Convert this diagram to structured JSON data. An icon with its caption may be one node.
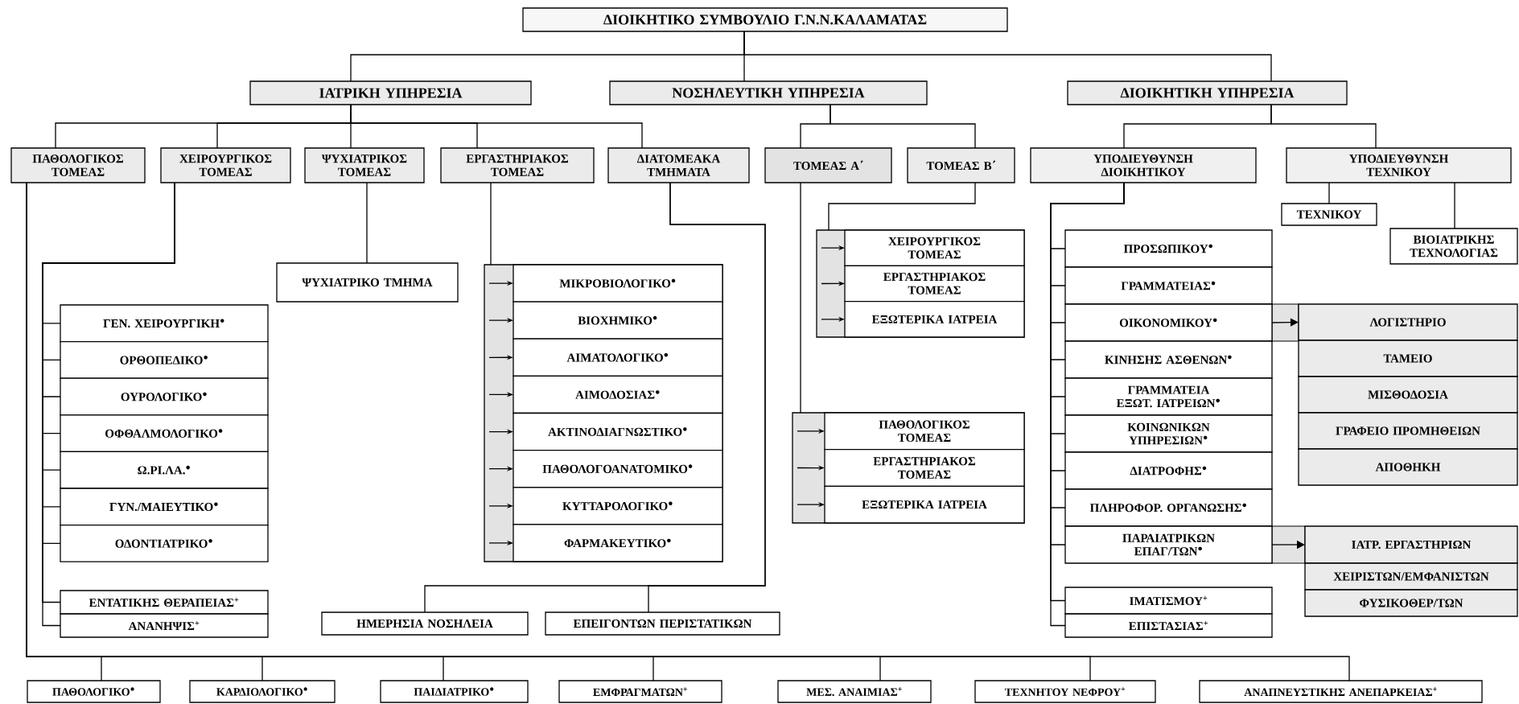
{
  "diagram": {
    "nodes": [
      {
        "text": [
          "ΔΙΟΙΚΗΤΙΚΟ ΣΥΜΒΟΥΛΙΟ Γ.Ν.Ν.ΚΑΛΑΜΑΤΑΣ"
        ]
      },
      {
        "text": [
          "ΙΑΤΡΙΚΗ ΥΠΗΡΕΣΙΑ"
        ]
      },
      {
        "text": [
          "ΝΟΣΗΛΕΥΤΙΚΗ ΥΠΗΡΕΣΙΑ"
        ]
      },
      {
        "text": [
          "ΔΙΟΙΚΗΤΙΚΗ ΥΠΗΡΕΣΙΑ"
        ]
      },
      {
        "text": [
          "ΠΑΘΟΛΟΓΙΚΟΣ ΤΟΜΕΑΣ"
        ]
      },
      {
        "text": [
          "ΧΕΙΡΟΥΡΓΙΚΟΣ ΤΟΜΕΑΣ"
        ]
      },
      {
        "text": [
          "ΨΥΧΙΑΤΡΙΚΟΣ ΤΟΜΕΑΣ"
        ]
      },
      {
        "text": [
          "ΕΡΓΑΣΤΗΡΙΑΚΟΣ ΤΟΜΕΑΣ"
        ]
      },
      {
        "text": [
          "ΔΙΑΤΟΜΕΑΚΑ ΤΜΗΜΑΤΑ"
        ]
      },
      {
        "text": [
          "ΤΟΜΕΑΣ Α΄"
        ]
      },
      {
        "text": [
          "ΤΟΜΕΑΣ Β΄"
        ]
      },
      {
        "text": [
          "ΥΠΟΔΙΕΥΘΥΝΣΗ ΔΙΟΙΚΗΤΙΚΟΥ"
        ]
      },
      {
        "text": [
          "ΥΠΟΔΙΕΥΘΥΝΣΗ ΤΕΧΝΙΚΟΥ"
        ]
      },
      {
        "text": [
          "ΤΕΧΝΙΚΟΥ"
        ]
      },
      {
        "text": [
          "ΒΙΟΙΑΤΡΙΚΗΣ ΤΕΧΝΟΛΟΓΙΑΣ"
        ]
      },
      {
        "text": [
          "ΓΕΝ. ΧΕΙΡΟΥΡΓΙΚΗ$^{●}$"
        ]
      },
      {
        "text": [
          "ΟΡΘΟΠΕΔΙΚΟ$^{●}$"
        ]
      },
      {
        "text": [
          "ΟΥΡΟΛΟΓΙΚΟ$^{●}$"
        ]
      },
      {
        "text": [
          "ΟΦΘΑΛΜΟΛΟΓΙΚΟ$^{●}$"
        ]
      },
      {
        "text": [
          "Ω.ΡΙ.ΛΑ.$^{●}$"
        ]
      },
      {
        "text": [
          "ΓΥΝ./ΜΑΙΕΥΤΙΚΟ$^{●}$"
        ]
      },
      {
        "text": [
          "ΟΔΟΝΤΙΑΤΡΙΚΟ$^{●}$"
        ]
      },
      {
        "text": [
          "ΕΝΤΑΤΙΚΗΣ ΘΕΡΑΠΕΙΑΣ$^{+}$"
        ]
      },
      {
        "text": [
          "ΑΝΑΝΗΨΙΣ$^{+}$"
        ]
      },
      {
        "text": [
          "ΨΥΧΙΑΤΡΙΚΟ ΤΜΗΜΑ"
        ]
      },
      {
        "text": [],
        "shape": "box"
      },
      {
        "text": [
          "ΜΙΚΡΟΒΙΟΛΟΓΙΚΟ$^{●}$"
        ],
        "in": 25
      },
      {
        "text": [
          "ΒΙΟΧΗΜΙΚΟ$^{●}$"
        ],
        "in": 25
      },
      {
        "text": [
          "ΑΙΜΑΤΟΛΟΓΙΚΟ$^{●}$"
        ],
        "in": 25
      },
      {
        "text": [
          "ΑΙΜΟΔΟΣΙΑΣ$^{●}$"
        ],
        "in": 25
      },
      {
        "text": [
          "ΑΚΤΙΝΟΔΙΑΓΝΩΣΤΙΚΟ$^{●}$"
        ],
        "in": 25
      },
      {
        "text": [
          "ΠΑΘΟΛΟΓΟΑΝΑΤΟΜΙΚΟ$^{●}$"
        ],
        "in": 25
      },
      {
        "text": [
          "ΚΥΤΤΑΡΟΛΟΓΙΚΟ$^{●}$"
        ],
        "in": 25
      },
      {
        "text": [
          "ΦΑΡΜΑΚΕΥΤΙΚΟ$^{●}$"
        ],
        "in": 25
      },
      {
        "text": [],
        "shape": "box"
      },
      {
        "text": [
          "ΧΕΙΡΟΥΡΓΙΚΟΣ ΤΟΜΕΑΣ"
        ],
        "in": 34
      },
      {
        "text": [
          "ΕΡΓΑΣΤΗΡΙΑΚΟΣ ΤΟΜΕΑΣ"
        ],
        "in": 34
      },
      {
        "text": [
          "ΕΞΩΤΕΡΙΚΑ ΙΑΤΡΕΙΑ"
        ],
        "in": 34
      },
      {
        "text": [],
        "shape": "box"
      },
      {
        "text": [
          "ΠΑΘΟΛΟΓΙΚΟΣ ΤΟΜΕΑΣ"
        ],
        "in": 38
      },
      {
        "text": [
          "ΕΡΓΑΣΤΗΡΙΑΚΟΣ ΤΟΜΕΑΣ"
        ],
        "in": 38
      },
      {
        "text": [
          "ΕΞΩΤΕΡΙΚΑ ΙΑΤΡΕΙΑ"
        ],
        "in": 38
      },
      {
        "text": [
          "ΗΜΕΡΗΣΙΑ ΝΟΣΗΛΕΙΑ"
        ]
      },
      {
        "text": [
          "ΕΠΕΙΓΟΝΤΩΝ ΠΕΡΙΣΤΑΤΙΚΩΝ"
        ]
      },
      {
        "text": [
          "ΠΡΟΣΩΠΙΚΟΥ$^{●}$"
        ]
      },
      {
        "text": [
          "ΓΡΑΜΜΑΤΕΙΑΣ$^{●}$"
        ]
      },
      {
        "text": [
          "ΟΙΚΟΝΟΜΙΚΟΥ$^{●}$"
        ]
      },
      {
        "text": [
          "ΚΙΝΗΣΗΣ ΑΣΘΕΝΩΝ$^{●}$"
        ]
      },
      {
        "text": [
          "ΓΡΑΜΜΑΤΕΙΑ ΕΞΩΤ. ΙΑΤΡΕΙΩΝ$^{●}$"
        ]
      },
      {
        "text": [
          "ΚΟΙΝΩΝΙΚΩΝ ΥΠΗΡΕΣΙΩΝ$^{●}$"
        ]
      },
      {
        "text": [
          "ΔΙΑΤΡΟΦΗΣ$^{●}$"
        ]
      },
      {
        "text": [
          "ΠΛΗΡΟΦΟΡ. ΟΡΓΑΝΩΣΗΣ$^{●}$"
        ]
      },
      {
        "text": [
          "ΠΑΡΑΙΑΤΡΙΚΩΝ ΕΠΑΓ/ΤΩΝ$^{●}$"
        ]
      },
      {
        "text": [
          "ΙΜΑΤΙΣΜΟΥ$^{+}$"
        ]
      },
      {
        "text": [
          "ΕΠΙΣΤΑΣΙΑΣ$^{+}$"
        ]
      },
      {
        "text": [
          "ΛΟΓΙΣΤΗΡΙΟ"
        ]
      },
      {
        "text": [
          "ΤΑΜΕΙΟ"
        ]
      },
      {
        "text": [
          "ΜΙΣΘΟΔΟΣΙΑ"
        ]
      },
      {
        "text": [
          "ΓΡΑΦΕΙΟ ΠΡΟΜΗΘΕΙΩΝ"
        ]
      },
      {
        "text": [
          "ΑΠΟΘΗΚΗ"
        ]
      },
      {
        "text": [
          "ΙΑΤΡ. ΕΡΓΑΣΤΗΡΙΩΝ"
        ]
      },
      {
        "text": [
          "ΧΕΙΡΙΣΤΩΝ/ΕΜΦΑΝΙΣΤΩΝ"
        ]
      },
      {
        "text": [
          "ΦΥΣΙΚΟΘΕΡ/ΤΩΝ"
        ]
      },
      {
        "text": [
          "ΠΑΘΟΛΟΓΙΚΟ$^{●}$"
        ]
      },
      {
        "text": [
          "ΚΑΡΔΙΟΛΟΓΙΚΟ$^{●}$"
        ]
      },
      {
        "text": [
          "ΠΑΙΔΙΑΤΡΙΚΟ$^{●}$"
        ]
      },
      {
        "text": [
          "ΕΜΦΡΑΓΜΑΤΩΝ$^{+}$"
        ]
      },
      {
        "text": [
          "ΜΕΣ. ΑΝΑΙΜΙΑΣ$^{+}$"
        ]
      },
      {
        "text": [
          "ΤΕΧΝΗΤΟΥ ΝΕΦΡΟΥ$^{+}$"
        ]
      },
      {
        "text": [
          "ΑΝΑΠΝΕΥΣΤΙΚΗΣ ΑΝΕΠΑΡΚΕΙΑΣ$^{+}$"
        ]
      }
    ],
    "edges": [
      {
        "from": 0,
        "to": 1,
        "arrow": "none"
      },
      {
        "from": 0,
        "to": 2,
        "arrow": "none"
      },
      {
        "from": 0,
        "to": 3,
        "arrow": "none"
      },
      {
        "from": 1,
        "to": 4,
        "arrow": "none"
      },
      {
        "from": 1,
        "to": 5,
        "arrow": "none"
      },
      {
        "from": 1,
        "to": 6,
        "arrow": "none"
      },
      {
        "from": 1,
        "to": 7,
        "arrow": "none"
      },
      {
        "from": 1,
        "to": 8,
        "arrow": "none"
      },
      {
        "from": 2,
        "to": 9,
        "arrow": "none"
      },
      {
        "from": 2,
        "to": 10,
        "arrow": "none"
      },
      {
        "from": 3,
        "to": 11,
        "arrow": "none"
      },
      {
        "from": 3,
        "to": 12,
        "arrow": "none"
      },
      {
        "from": 12,
        "to": 13,
        "arrow": "none"
      },
      {
        "from": 12,
        "to": 14,
        "arrow": "none"
      },
      {
        "from": 4,
        "to": 63,
        "arrow": "none"
      },
      {
        "from": 4,
        "to": 64,
        "arrow": "none"
      },
      {
        "from": 4,
        "to": 65,
        "arrow": "none"
      },
      {
        "from": 4,
        "to": 66,
        "arrow": "none"
      },
      {
        "from": 4,
        "to": 67,
        "arrow": "none"
      },
      {
        "from": 4,
        "to": 68,
        "arrow": "none"
      },
      {
        "from": 4,
        "to": 69,
        "arrow": "none"
      },
      {
        "from": 5,
        "to": 15,
        "arrow": "none"
      },
      {
        "from": 5,
        "to": 16,
        "arrow": "none"
      },
      {
        "from": 5,
        "to": 17,
        "arrow": "none"
      },
      {
        "from": 5,
        "to": 18,
        "arrow": "none"
      },
      {
        "from": 5,
        "to": 19,
        "arrow": "none"
      },
      {
        "from": 5,
        "to": 20,
        "arrow": "none"
      },
      {
        "from": 5,
        "to": 21,
        "arrow": "none"
      },
      {
        "from": 5,
        "to": 22,
        "arrow": "none"
      },
      {
        "from": 5,
        "to": 23,
        "arrow": "none"
      },
      {
        "from": 6,
        "to": 24,
        "arrow": "none"
      },
      {
        "from": 7,
        "to": 25,
        "arrow": "none"
      },
      {
        "from": 8,
        "to": 42,
        "arrow": "none"
      },
      {
        "from": 8,
        "to": 43,
        "arrow": "none"
      },
      {
        "from": 9,
        "to": 38,
        "arrow": "none"
      },
      {
        "from": 10,
        "to": 34,
        "arrow": "none"
      },
      {
        "from": 11,
        "to": 44,
        "arrow": "none"
      },
      {
        "from": 11,
        "to": 45,
        "arrow": "none"
      },
      {
        "from": 11,
        "to": 46,
        "arrow": "none"
      },
      {
        "from": 11,
        "to": 47,
        "arrow": "none"
      },
      {
        "from": 11,
        "to": 48,
        "arrow": "none"
      },
      {
        "from": 11,
        "to": 49,
        "arrow": "none"
      },
      {
        "from": 11,
        "to": 50,
        "arrow": "none"
      },
      {
        "from": 11,
        "to": 51,
        "arrow": "none"
      },
      {
        "from": 11,
        "to": 52,
        "arrow": "none"
      },
      {
        "from": 11,
        "to": 53,
        "arrow": "none"
      },
      {
        "from": 11,
        "to": 54,
        "arrow": "none"
      },
      {
        "from": 46,
        "to": 55,
        "arrow": "to"
      },
      {
        "from": 52,
        "to": 60,
        "arrow": "to"
      },
      {
        "from": null,
        "to": 26,
        "arrow": "to"
      },
      {
        "from": null,
        "to": 27,
        "arrow": "to"
      },
      {
        "from": null,
        "to": 28,
        "arrow": "to"
      },
      {
        "from": null,
        "to": 29,
        "arrow": "to"
      },
      {
        "from": null,
        "to": 30,
        "arrow": "to"
      },
      {
        "from": null,
        "to": 31,
        "arrow": "to"
      },
      {
        "from": null,
        "to": 32,
        "arrow": "to"
      },
      {
        "from": null,
        "to": 33,
        "arrow": "to"
      },
      {
        "from": null,
        "to": 35,
        "arrow": "to"
      },
      {
        "from": null,
        "to": 36,
        "arrow": "to"
      },
      {
        "from": null,
        "to": 37,
        "arrow": "to"
      },
      {
        "from": null,
        "to": 39,
        "arrow": "to"
      },
      {
        "from": null,
        "to": 40,
        "arrow": "to"
      },
      {
        "from": null,
        "to": 41,
        "arrow": "to"
      }
    ]
  }
}
